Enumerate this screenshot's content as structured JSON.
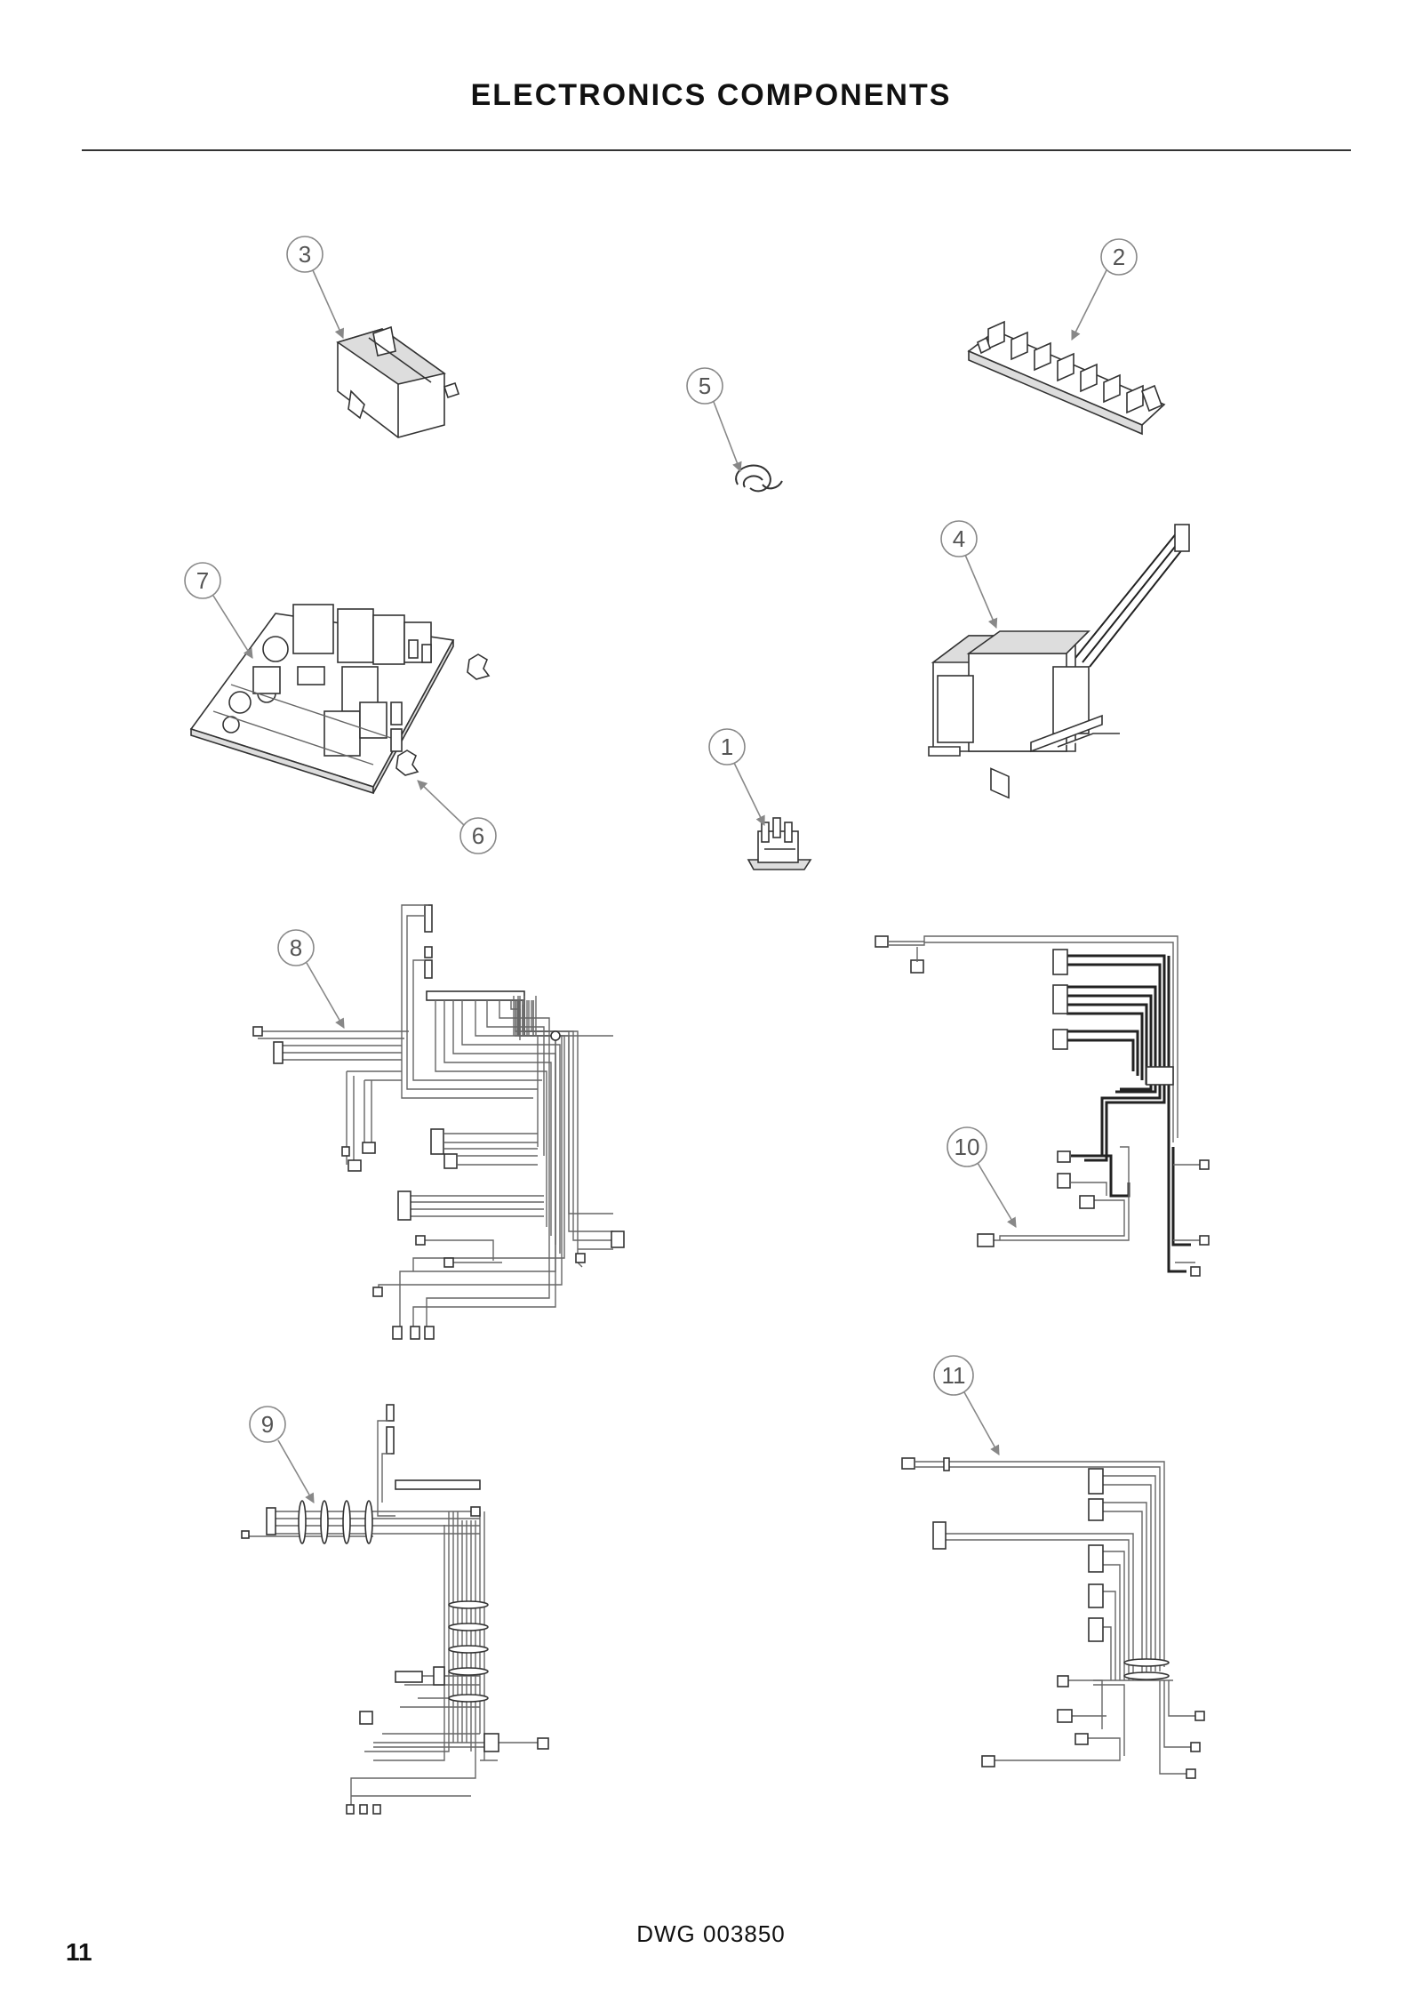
{
  "page": {
    "title": "ELECTRONICS COMPONENTS",
    "drawing_number": "DWG 003850",
    "page_number": "11"
  },
  "callouts": [
    {
      "id": "1",
      "label": "1",
      "part": "terminal-block-small"
    },
    {
      "id": "2",
      "label": "2",
      "part": "terminal-strip"
    },
    {
      "id": "3",
      "label": "3",
      "part": "relay"
    },
    {
      "id": "4",
      "label": "4",
      "part": "transformer"
    },
    {
      "id": "5",
      "label": "5",
      "part": "wire-clip"
    },
    {
      "id": "6",
      "label": "6",
      "part": "board-standoff"
    },
    {
      "id": "7",
      "label": "7",
      "part": "control-board"
    },
    {
      "id": "8",
      "label": "8",
      "part": "wire-harness"
    },
    {
      "id": "9",
      "label": "9",
      "part": "wire-harness"
    },
    {
      "id": "10",
      "label": "10",
      "part": "wire-harness"
    },
    {
      "id": "11",
      "label": "11",
      "part": "wire-harness"
    }
  ]
}
